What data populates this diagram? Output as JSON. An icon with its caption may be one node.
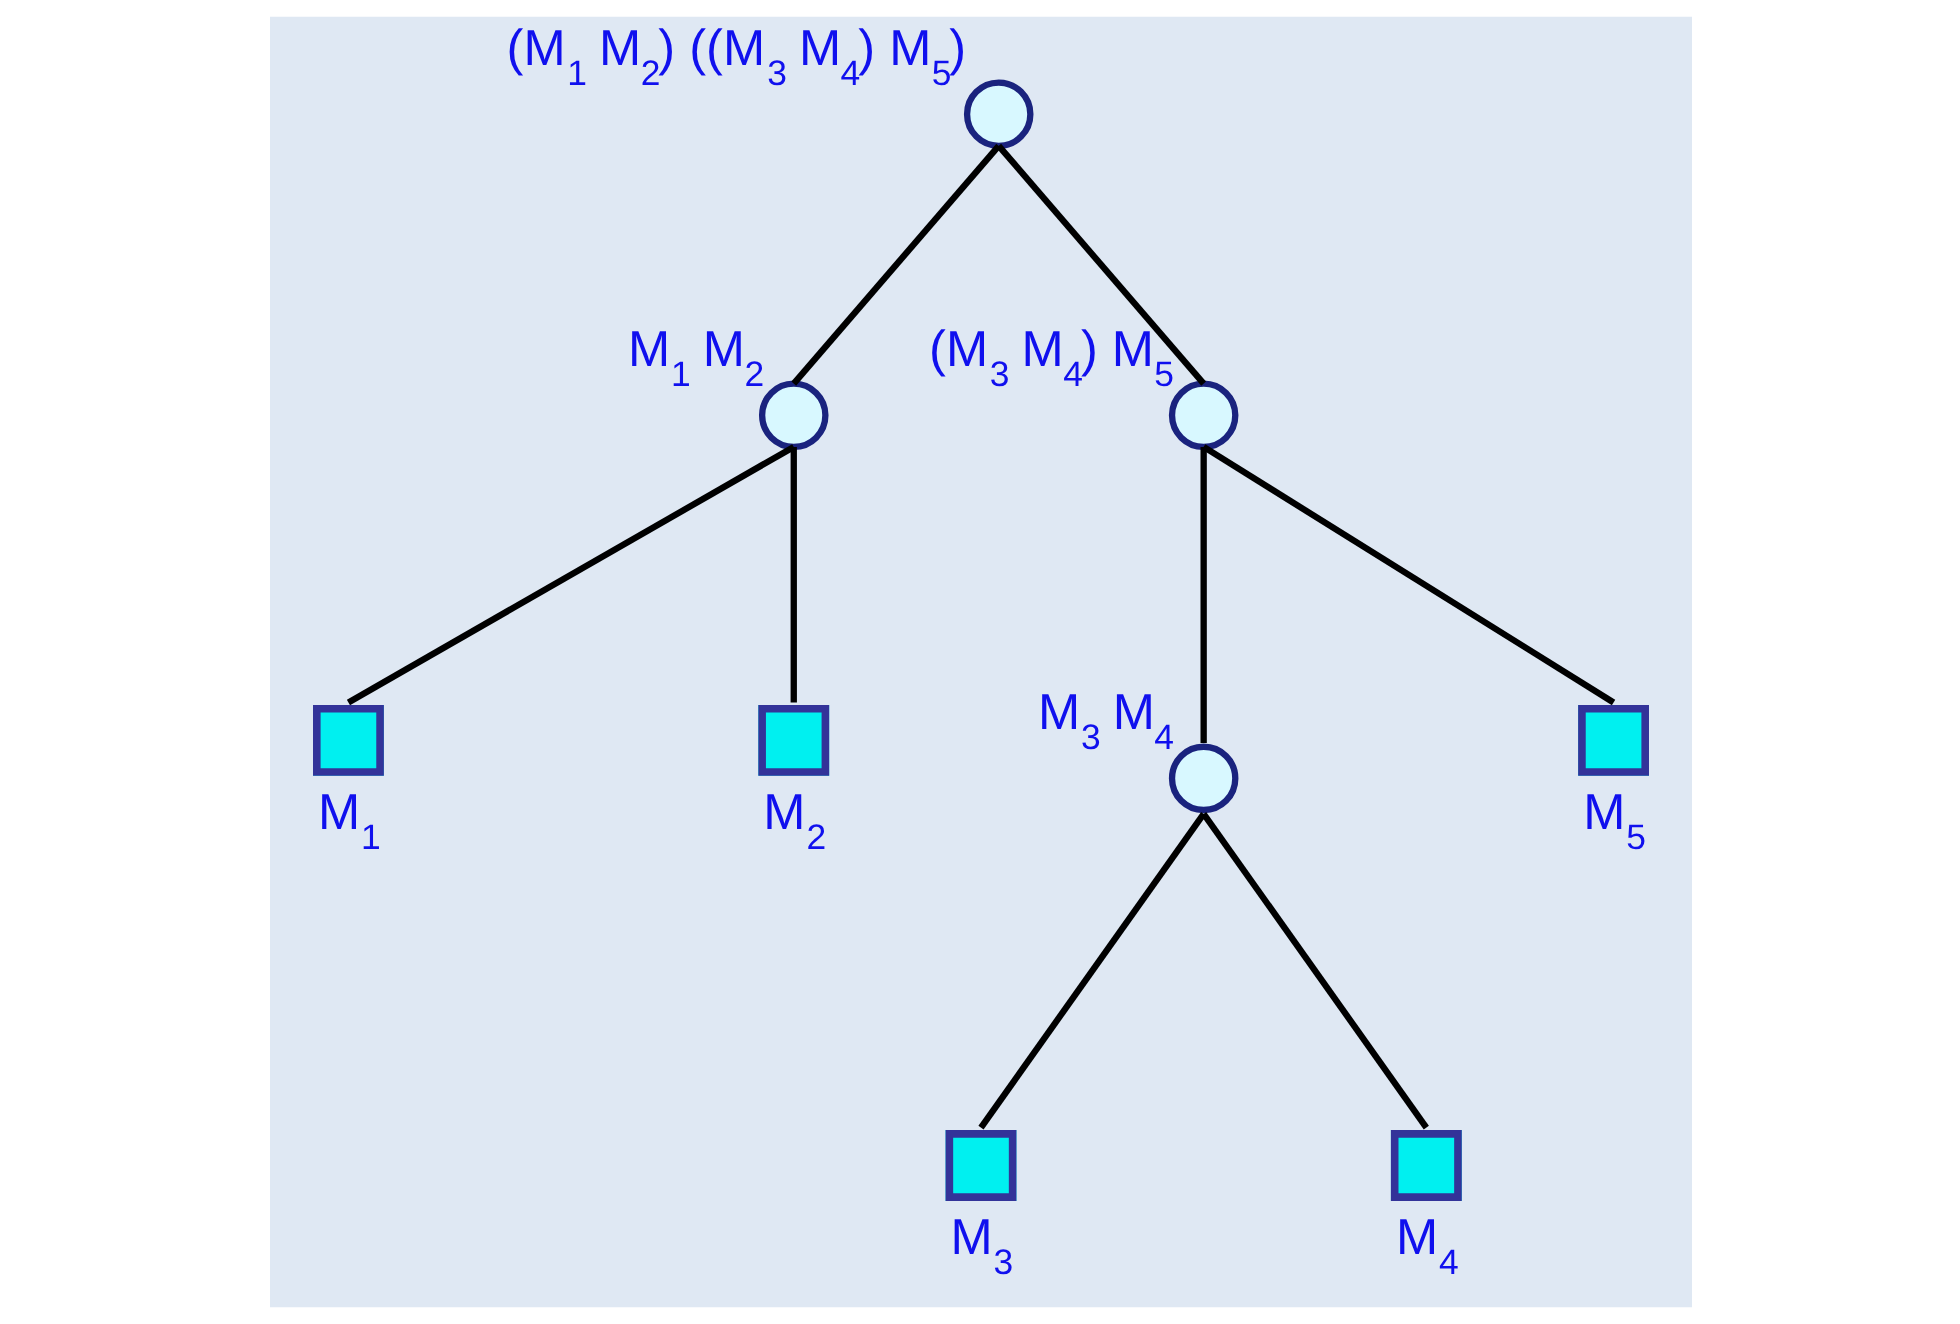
{
  "diagram": {
    "nodes": [
      {
        "text": [],
        "shape": "circle",
        "beside": [
          "(M$_{1}$ M$_{2}$) ((M$_{3}$ M$_{4}$) M$_{5}$)"
        ]
      },
      {
        "text": [],
        "shape": "circle",
        "beside": [
          "M$_{1}$ M$_{2}$"
        ]
      },
      {
        "text": [],
        "shape": "circle",
        "beside": [
          "(M$_{3}$ M$_{4}$) M$_{5}$"
        ]
      },
      {
        "text": [],
        "shape": "box",
        "beside": [
          "M$_{1}$"
        ]
      },
      {
        "text": [],
        "shape": "box",
        "beside": [
          "M$_{2}$"
        ]
      },
      {
        "text": [],
        "shape": "circle",
        "beside": [
          "M$_{3}$ M$_{4}$"
        ]
      },
      {
        "text": [],
        "shape": "box",
        "beside": [
          "M$_{5}$"
        ]
      },
      {
        "text": [],
        "shape": "box",
        "beside": [
          "M$_{3}$"
        ]
      },
      {
        "text": [],
        "shape": "box",
        "beside": [
          "M$_{4}$"
        ]
      }
    ],
    "edges": [
      {
        "from": 0,
        "to": 1,
        "arrow": "none"
      },
      {
        "from": 0,
        "to": 2,
        "arrow": "none"
      },
      {
        "from": 1,
        "to": 3,
        "arrow": "none"
      },
      {
        "from": 1,
        "to": 4,
        "arrow": "none"
      },
      {
        "from": 2,
        "to": 5,
        "arrow": "none"
      },
      {
        "from": 2,
        "to": 6,
        "arrow": "none"
      },
      {
        "from": 5,
        "to": 7,
        "arrow": "none"
      },
      {
        "from": 5,
        "to": 8,
        "arrow": "none"
      }
    ]
  }
}
